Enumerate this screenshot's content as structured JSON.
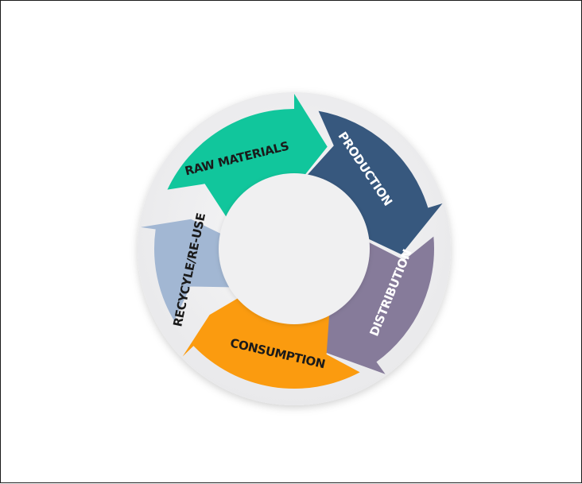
{
  "cycle": {
    "segments": [
      {
        "id": "raw-materials",
        "label": "RAW MATERIALS",
        "color": "#11c69c",
        "text_color": "#1a1a1a"
      },
      {
        "id": "production",
        "label": "PRODUCTION",
        "color": "#37587e",
        "text_color": "#ffffff"
      },
      {
        "id": "distribution",
        "label": "DISTRIBUTION",
        "color": "#867b9a",
        "text_color": "#ffffff"
      },
      {
        "id": "consumption",
        "label": "CONSUMPTION",
        "color": "#fb9b0f",
        "text_color": "#1a1a1a"
      },
      {
        "id": "recycle",
        "label": "RECYCYLE/RE-USE",
        "color": "#a2b7d3",
        "text_color": "#1a1a1a"
      }
    ]
  }
}
